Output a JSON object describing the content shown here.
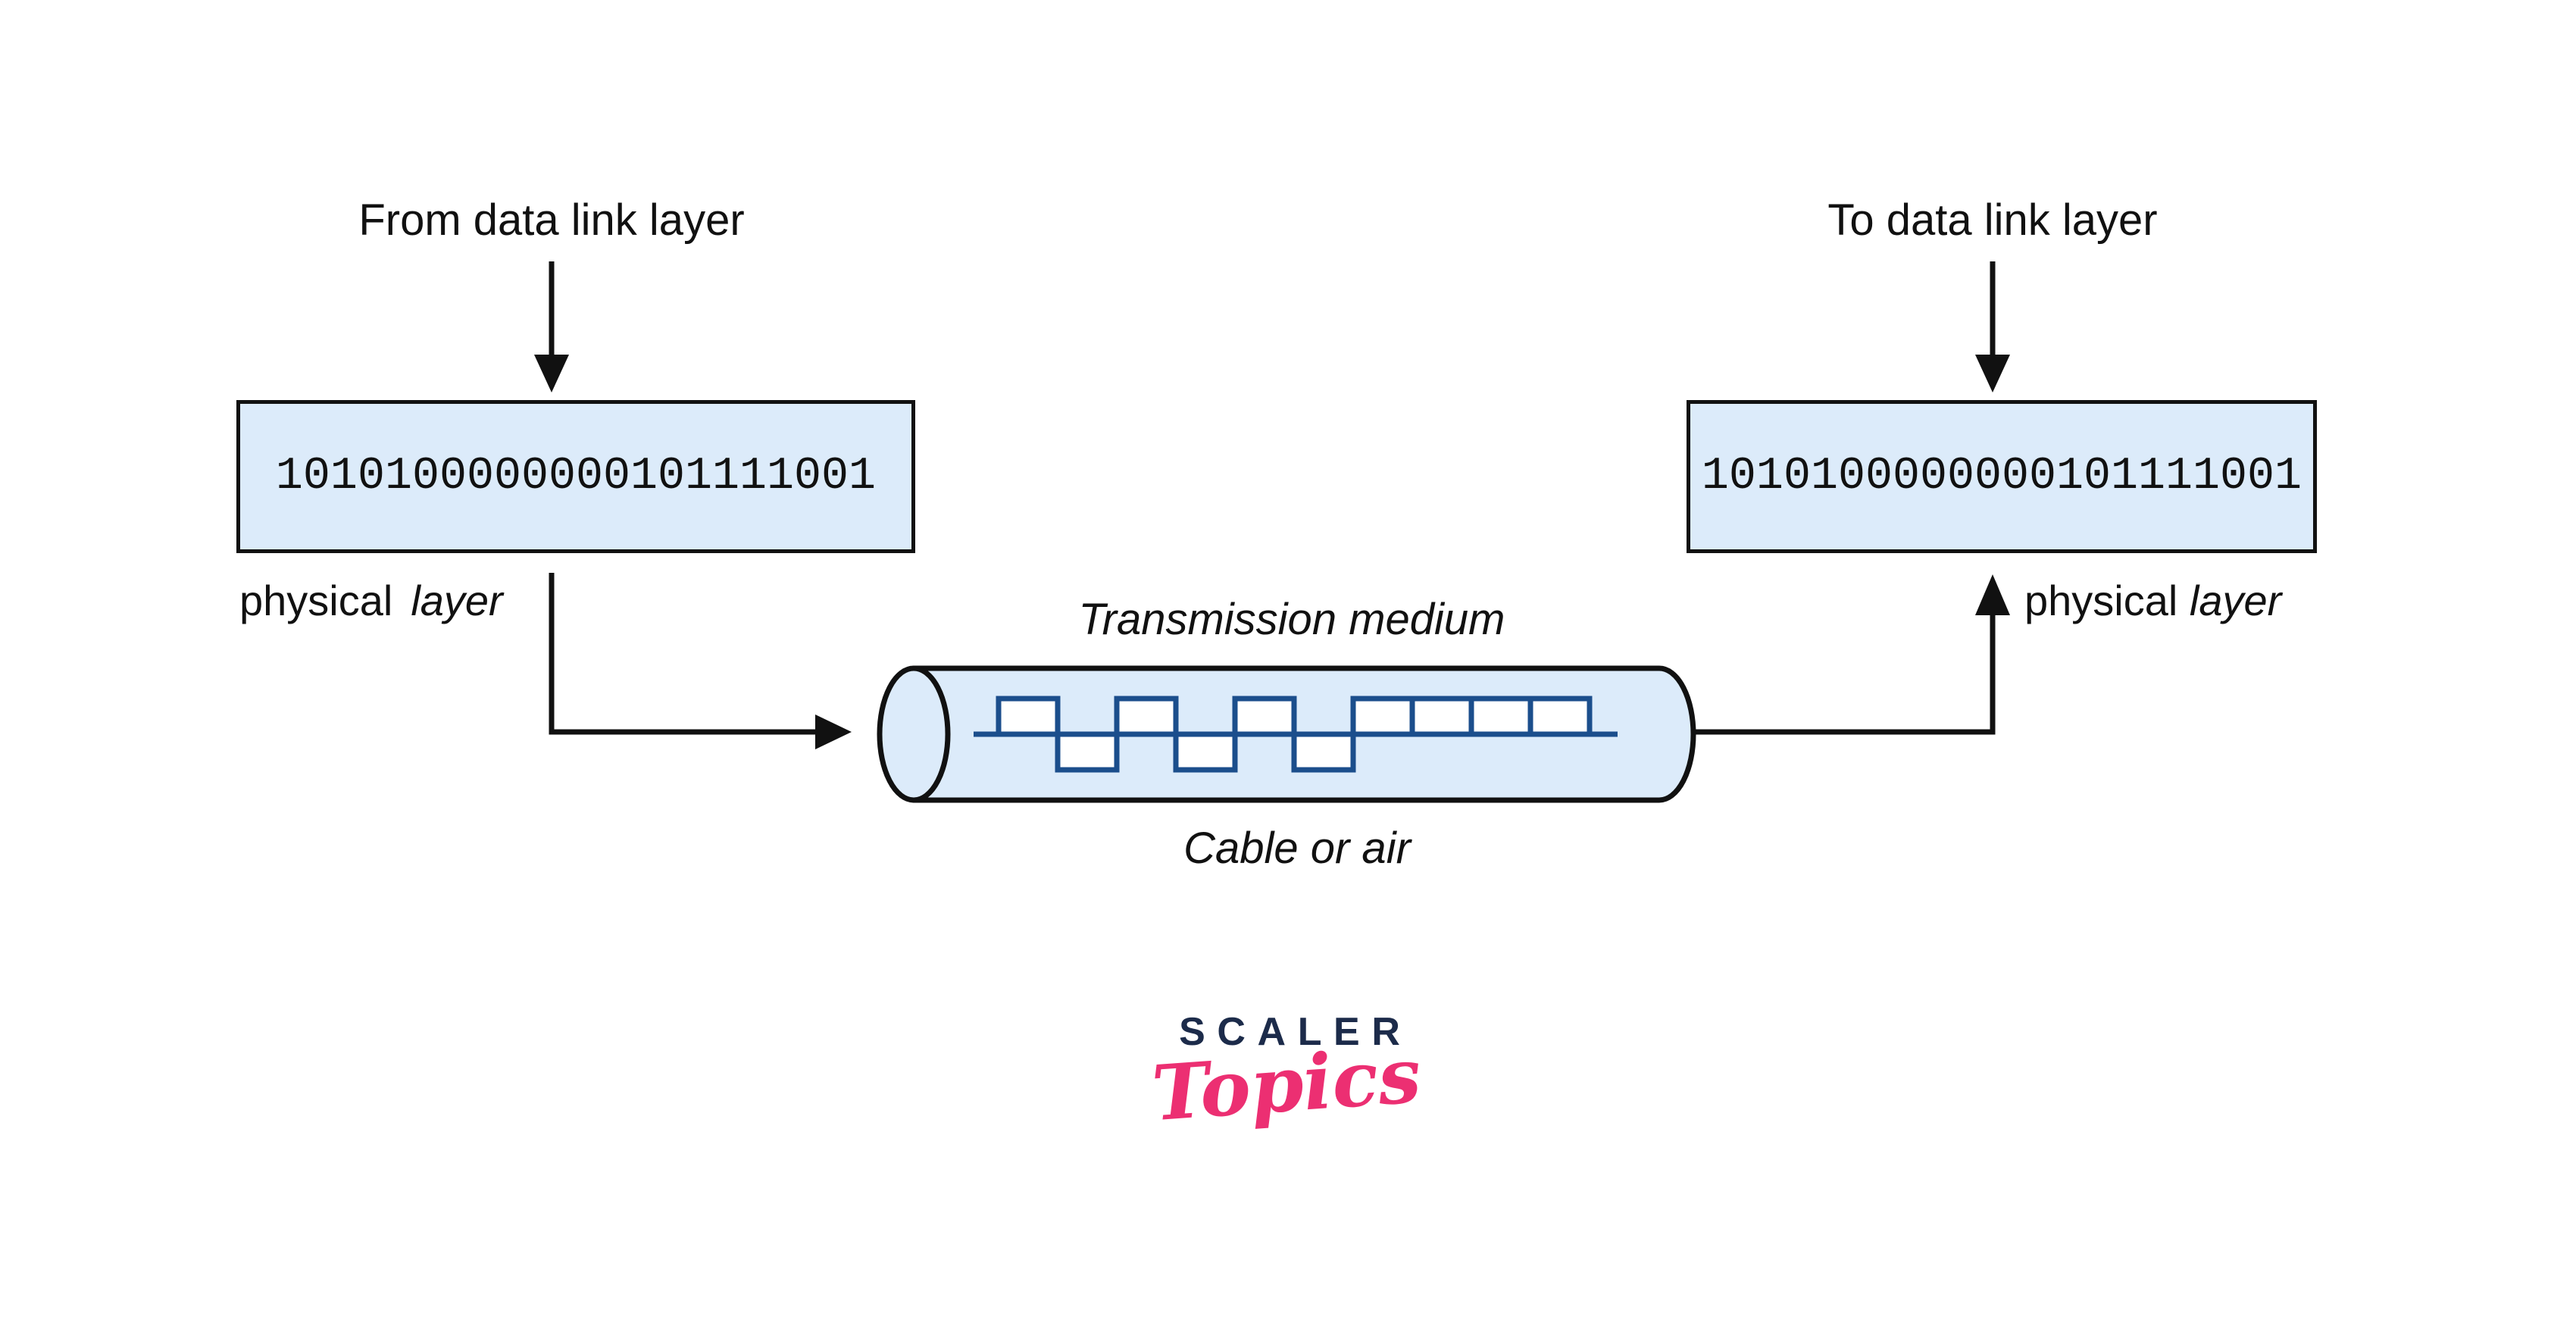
{
  "left_station": {
    "header": "From data link layer",
    "bits": "1010100000000101111001",
    "label_word": "physical",
    "label_italic": "layer"
  },
  "right_station": {
    "header": "To data link layer",
    "bits": "1010100000000101111001",
    "label_word": "physical",
    "label_italic": "layer"
  },
  "medium": {
    "title": "Transmission medium",
    "caption": "Cable or air",
    "signal_bits": "1010101111"
  },
  "logo": {
    "primary": "SCALER",
    "secondary": "Topics"
  },
  "colors": {
    "box_fill": "#dcebfa",
    "outline_black": "#111111",
    "signal_blue": "#1b4e8c",
    "logo_navy": "#1c2b4a",
    "logo_pink": "#ec2f72"
  }
}
